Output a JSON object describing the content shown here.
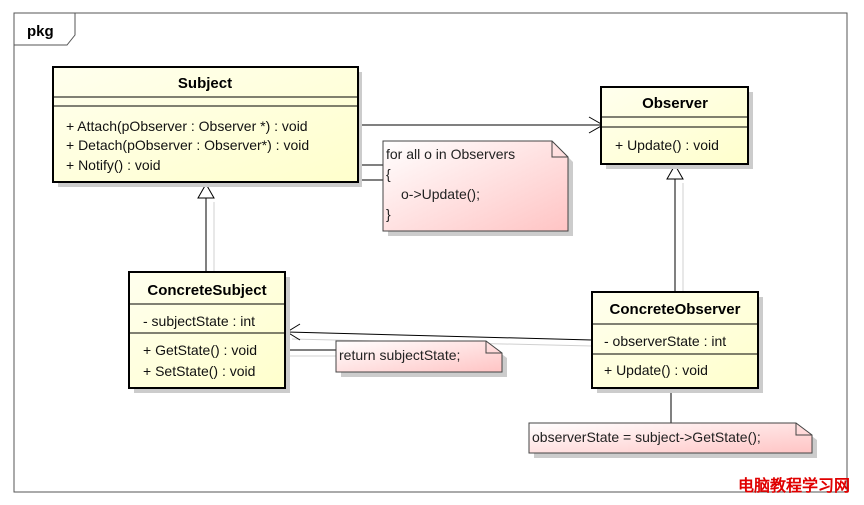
{
  "package": {
    "label": "pkg"
  },
  "classes": {
    "subject": {
      "name": "Subject",
      "operations": [
        "+ Attach(pObserver : Observer *) : void",
        "+ Detach(pObserver : Observer*) : void",
        "+ Notify() : void"
      ]
    },
    "observer": {
      "name": "Observer",
      "operations": [
        "+ Update() : void"
      ]
    },
    "concrete_subject": {
      "name": "ConcreteSubject",
      "attributes": [
        "- subjectState : int"
      ],
      "operations": [
        "+ GetState() : void",
        "+ SetState() : void"
      ]
    },
    "concrete_observer": {
      "name": "ConcreteObserver",
      "attributes": [
        "- observerState : int"
      ],
      "operations": [
        "+ Update() : void"
      ]
    }
  },
  "notes": {
    "notify": [
      "for all o in Observers",
      "{",
      "o->Update();",
      "}"
    ],
    "getstate": "return subjectState;",
    "update": "observerState = subject->GetState();"
  },
  "watermark": {
    "text": "电脑教程学习网",
    "color": "#e00000"
  },
  "colors": {
    "class_fill": "#ffffdd",
    "note_fill_start": "#ffffff",
    "note_fill_end": "#ffcccc",
    "line": "#000000",
    "shadow": "#c8c8c8"
  }
}
